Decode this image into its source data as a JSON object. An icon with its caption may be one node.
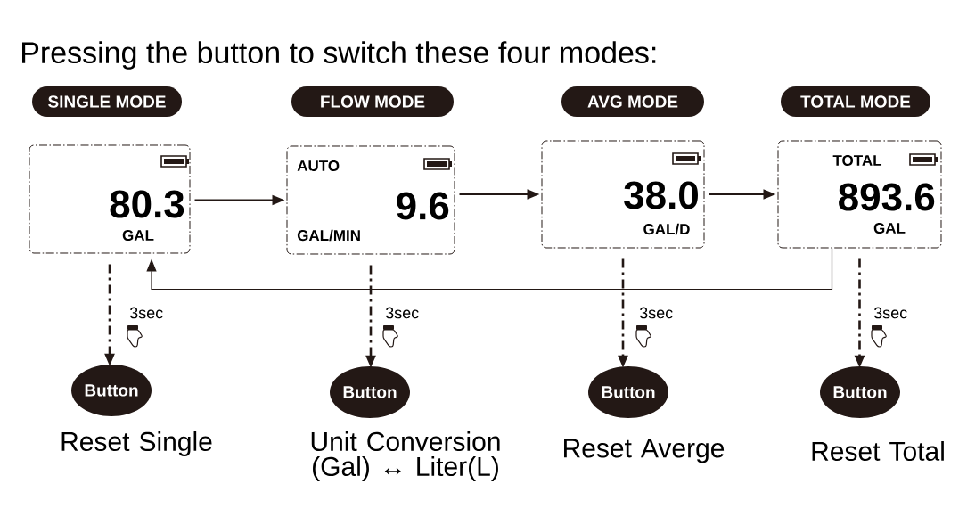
{
  "diagram": {
    "title": "Pressing the button to switch these four modes:",
    "nodes": [
      {
        "text": [
          "SINGLE MODE"
        ]
      },
      {
        "text": [
          "FLOW MODE"
        ]
      },
      {
        "text": [
          "AVG MODE"
        ]
      },
      {
        "text": [
          "TOTAL MODE"
        ]
      },
      {
        "text": [
          "80.3",
          "GAL"
        ]
      },
      {
        "text": [
          "AUTO",
          "9.6",
          "GAL/MIN"
        ]
      },
      {
        "text": [
          "38.0",
          "GAL/D"
        ]
      },
      {
        "text": [
          "TOTAL",
          "893.6",
          "GAL"
        ]
      },
      {
        "text": [
          "Button"
        ],
        "beside": [
          "Reset Single"
        ]
      },
      {
        "text": [
          "Button"
        ],
        "beside": [
          "Unit Conversion (Gal) ↔ Liter(L)"
        ]
      },
      {
        "text": [
          "Button"
        ],
        "beside": [
          "Reset Averge"
        ]
      },
      {
        "text": [
          "Button"
        ],
        "beside": [
          "Reset Total"
        ]
      }
    ],
    "edges": [
      {
        "from": 4,
        "to": 5,
        "arrow": "to"
      },
      {
        "from": 5,
        "to": 6,
        "arrow": "to"
      },
      {
        "from": 6,
        "to": 7,
        "arrow": "to"
      },
      {
        "from": 7,
        "to": 4,
        "arrow": "to"
      },
      {
        "from": 4,
        "to": 8,
        "arrow": "to",
        "style": "dashed"
      },
      {
        "from": 5,
        "to": 9,
        "arrow": "to",
        "style": "dashed"
      },
      {
        "from": 6,
        "to": 10,
        "arrow": "to",
        "style": "dashed"
      },
      {
        "from": 7,
        "to": 11,
        "arrow": "to",
        "style": "dashed"
      }
    ],
    "labels": [
      "3sec",
      "3sec",
      "3sec",
      "3sec"
    ]
  }
}
